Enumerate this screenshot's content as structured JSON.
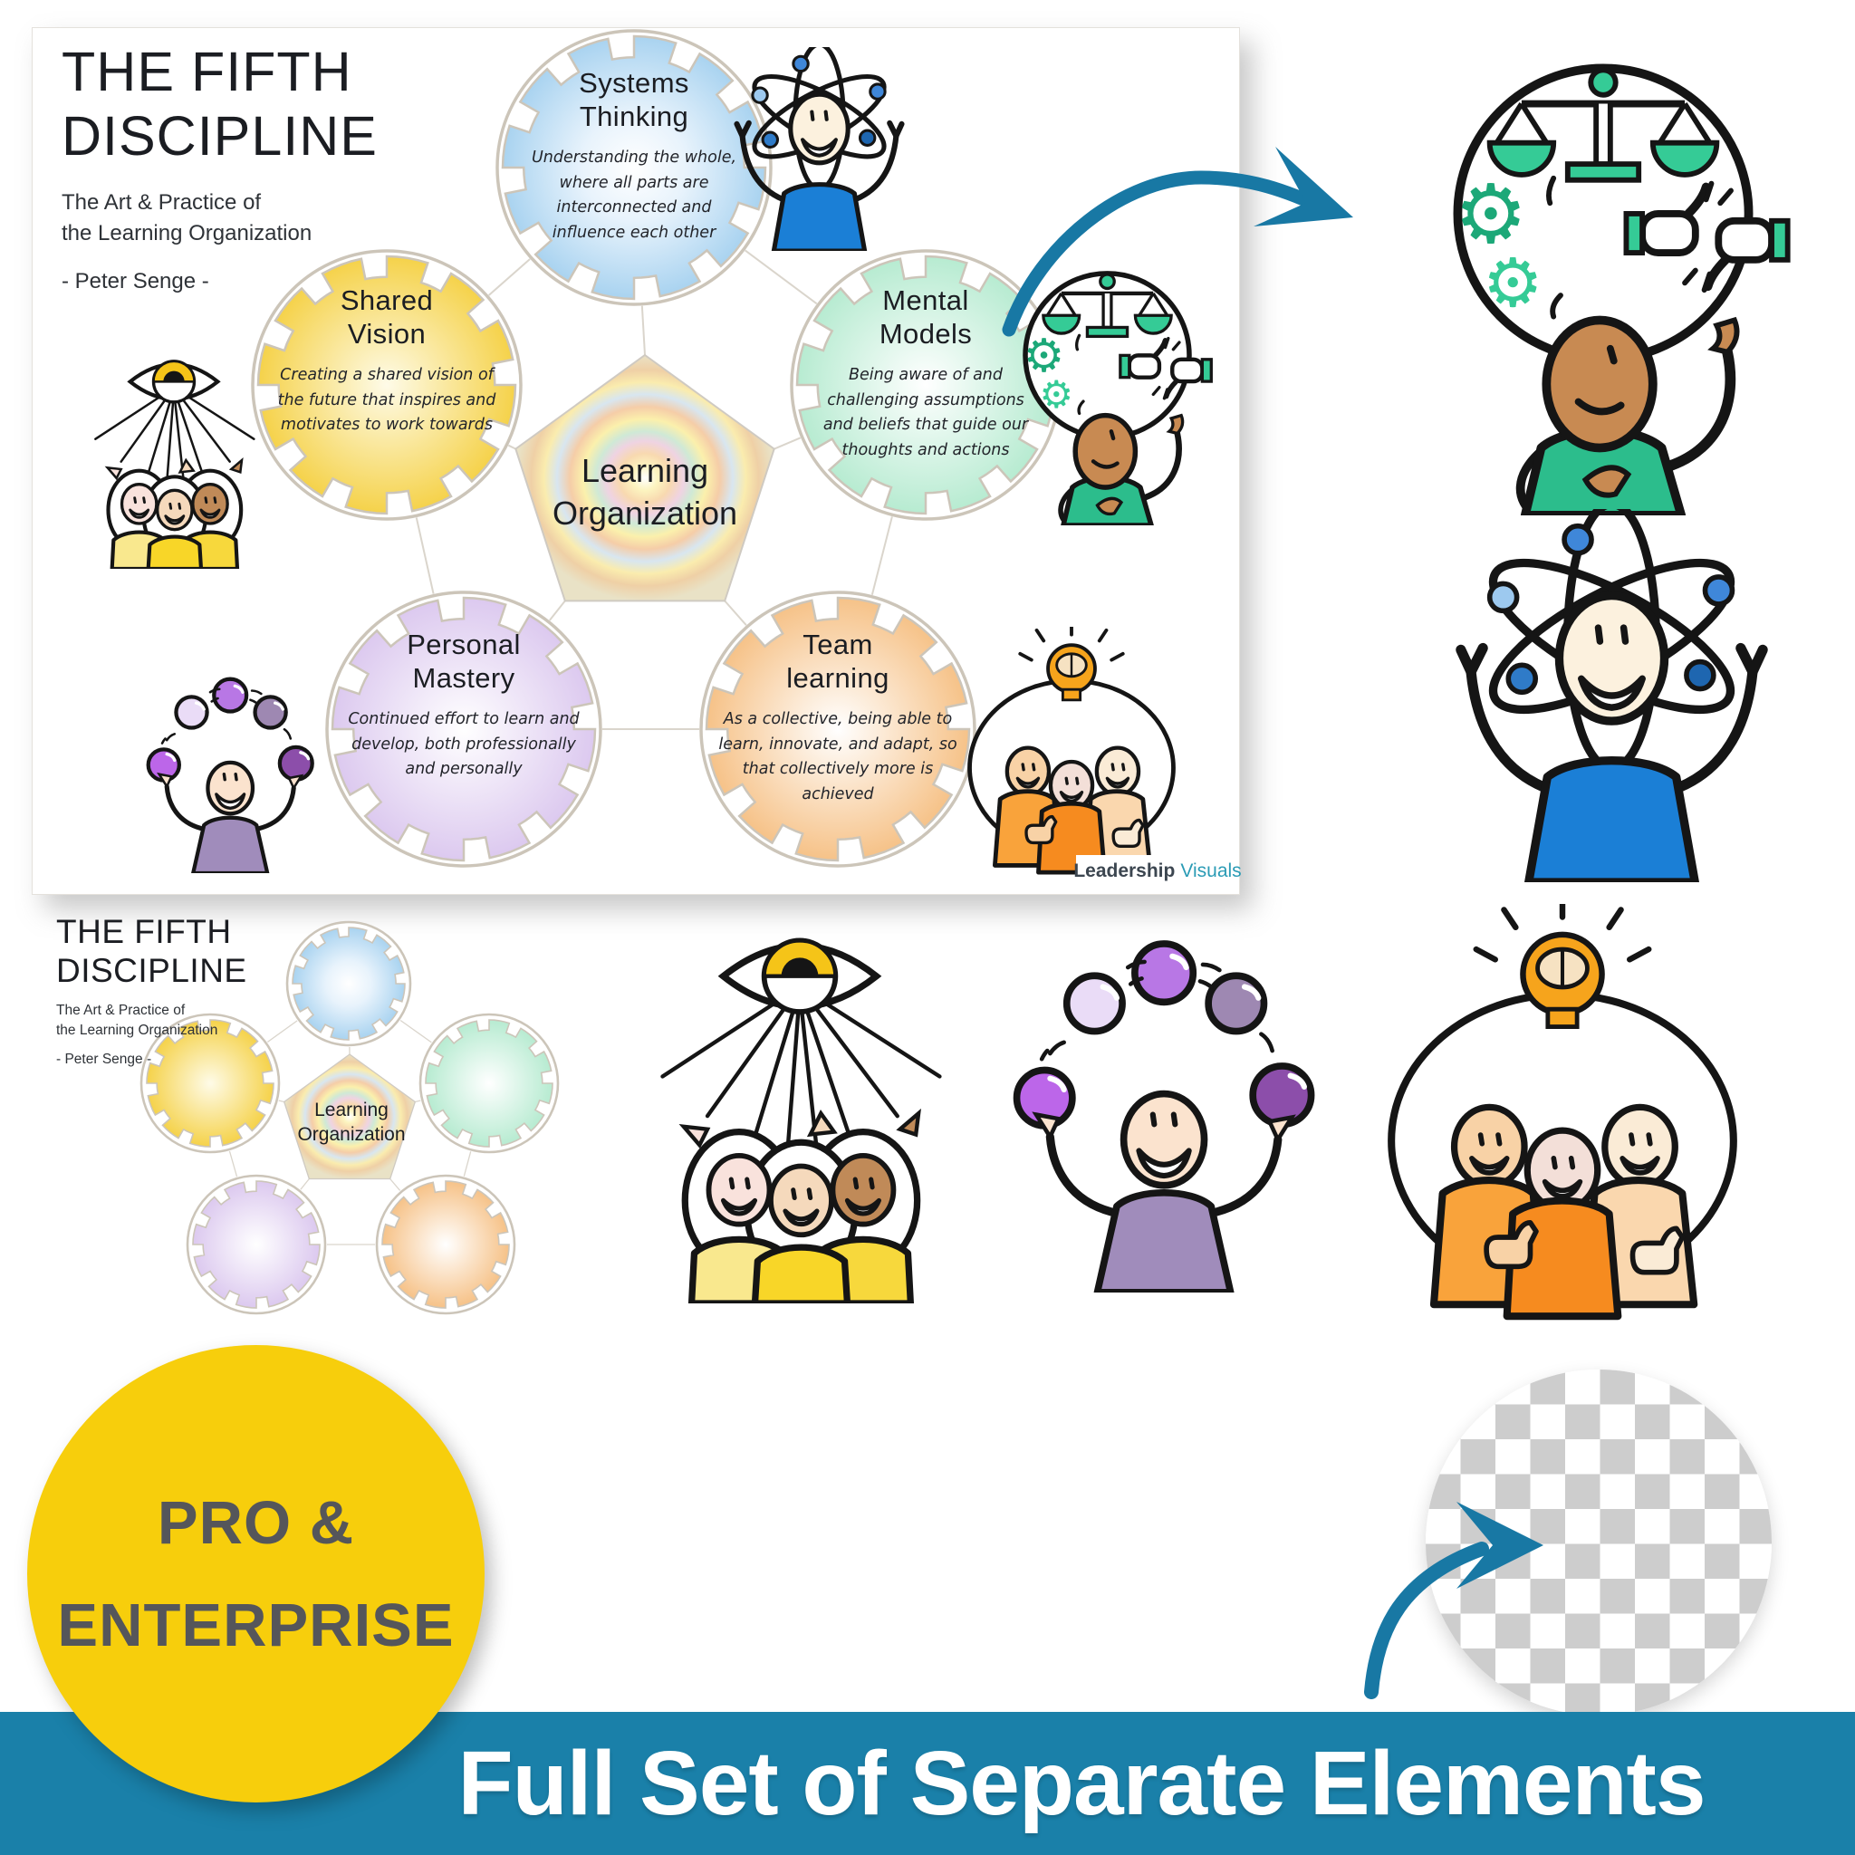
{
  "poster": {
    "title_line1": "THE FIFTH",
    "title_line2": "DISCIPLINE",
    "subtitle_line1": "The Art & Practice of",
    "subtitle_line2": "the Learning Organization",
    "author": "- Peter Senge -",
    "center_line1": "Learning",
    "center_line2": "Organization",
    "disciplines": [
      {
        "name_line1": "Systems",
        "name_line2": "Thinking",
        "description": "Understanding the whole, where all parts are interconnected and influence each other",
        "color": "#A9D3F0"
      },
      {
        "name_line1": "Shared",
        "name_line2": "Vision",
        "description": "Creating a shared vision of the future that inspires and motivates to work towards",
        "color": "#F5D24A"
      },
      {
        "name_line1": "Mental",
        "name_line2": "Models",
        "description": "Being aware of and challenging assumptions and beliefs that guide our thoughts and actions",
        "color": "#B7EBD1"
      },
      {
        "name_line1": "Personal",
        "name_line2": "Mastery",
        "description": "Continued effort to learn and develop, both professionally and personally",
        "color": "#DCC9EF"
      },
      {
        "name_line1": "Team",
        "name_line2": "learning",
        "description": "As a collective, being able to learn, innovate, and adapt, so that collectively more is achieved",
        "color": "#F6C288"
      }
    ],
    "logo": {
      "leadership": "Leadership",
      "visuals": "Visuals"
    }
  },
  "mini_poster": {
    "title_line1": "THE FIFTH",
    "title_line2": "DISCIPLINE",
    "subtitle_line1": "The Art & Practice of",
    "subtitle_line2": "the Learning Organization",
    "author": "- Peter Senge -",
    "center_line1": "Learning",
    "center_line2": "Organization"
  },
  "badge": {
    "line1": "PRO &",
    "line2": "ENTERPRISE"
  },
  "banner": {
    "label": "Full Set of Separate Elements"
  },
  "illustrations": {
    "systems_thinking": "person-with-atom-orbits-icon",
    "shared_vision": "three-people-under-shared-eye-icon",
    "mental_models": "person-with-scales-gears-thumbs-icon",
    "personal_mastery": "person-juggling-balls-icon",
    "team_learning": "three-people-lightbulb-brain-icon",
    "transparency_sample": "checkerboard-transparency-icon"
  },
  "colors": {
    "banner_teal": "#1A80A9",
    "arrow_teal": "#1878A4",
    "badge_yellow": "#F7CE0C",
    "badge_text": "#55565A",
    "logo_teal": "#2A9BB5",
    "gear_outline": "#CCC5B9"
  }
}
